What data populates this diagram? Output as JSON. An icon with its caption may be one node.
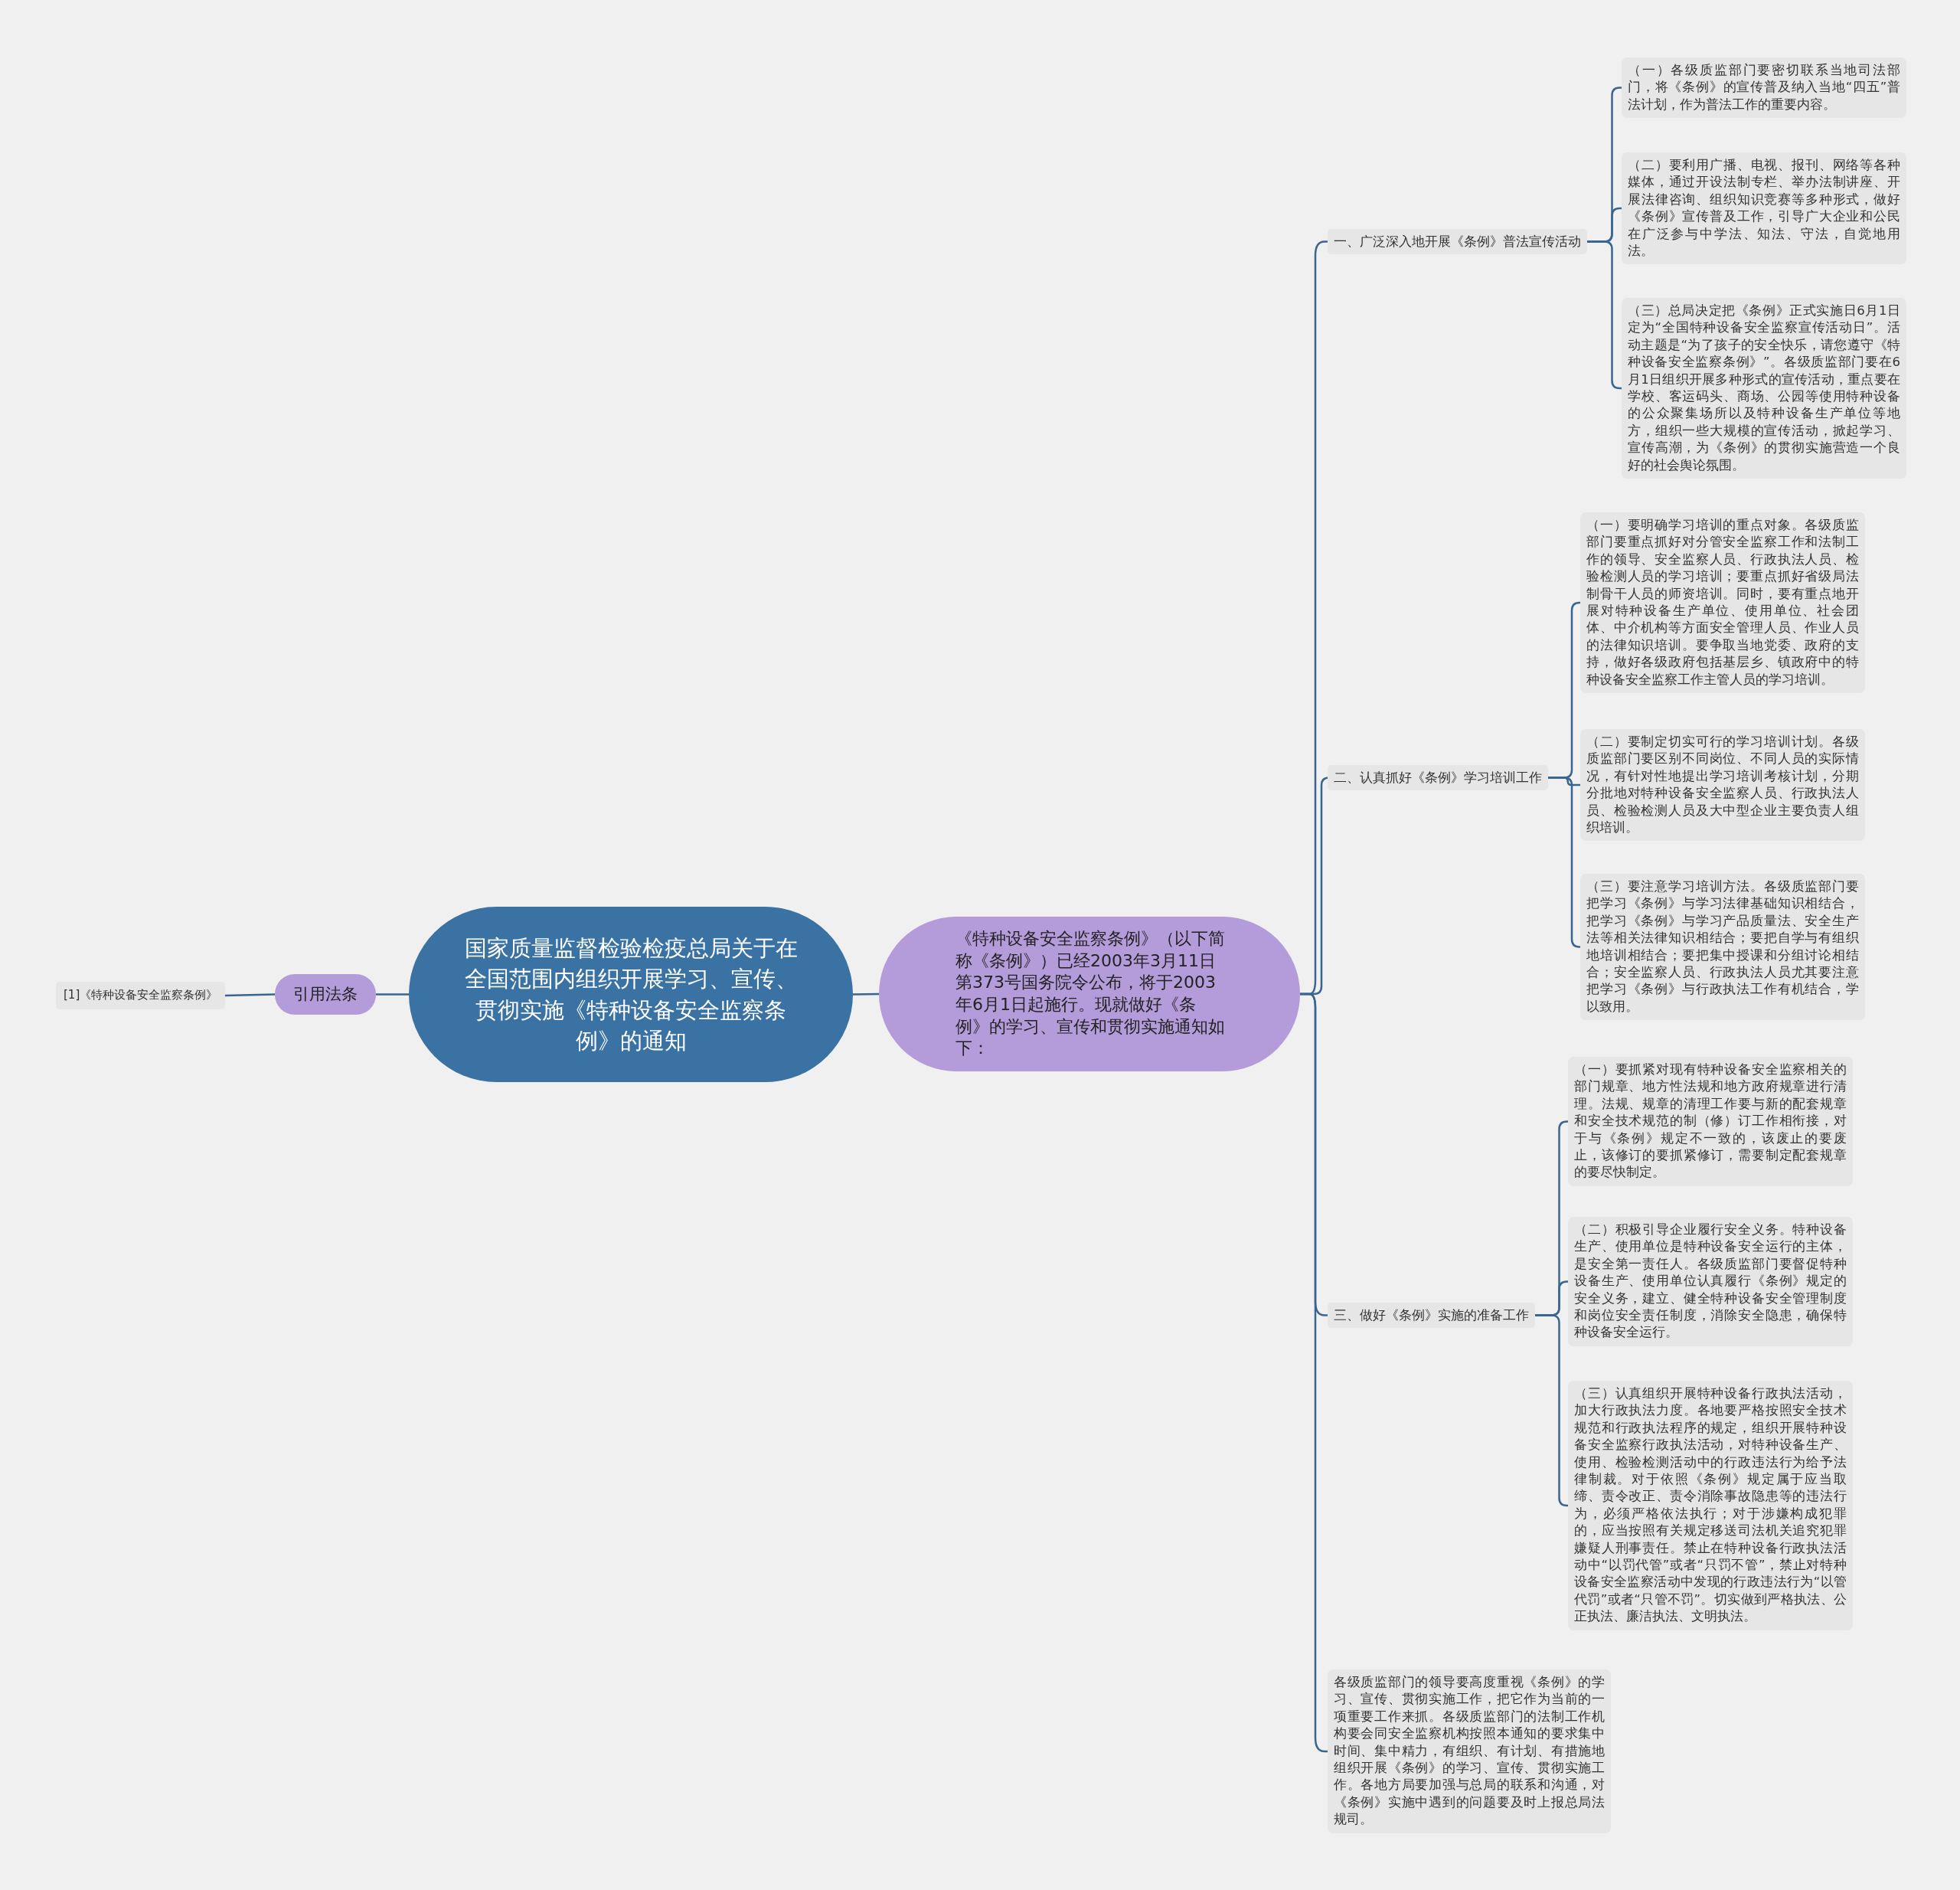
{
  "diagram": {
    "nodes": [
      {
        "text": [
          "国家质量监督检验检疫总局关于在全国范围内组织开展学习、宣传、贯彻实施《特种设备安全监察条例》的通知"
        ]
      },
      {
        "text": [
          "《特种设备安全监察条例》（以下简称《条例》）已经2003年3月11日第373号国务院令公布，将于2003年6月1日起施行。现就做好《条例》的学习、宣传和贯彻实施通知如下："
        ]
      },
      {
        "text": [
          "一、广泛深入地开展《条例》普法宣传活动"
        ]
      },
      {
        "text": [
          "（一）各级质监部门要密切联系当地司法部门，将《条例》的宣传普及纳入当地“四五”普法计划，作为普法工作的重要内容。"
        ]
      },
      {
        "text": [
          "（二）要利用广播、电视、报刊、网络等各种媒体，通过开设法制专栏、举办法制讲座、开展法律咨询、组织知识竞赛等多种形式，做好《条例》宣传普及工作，引导广大企业和公民在广泛参与中学法、知法、守法，自觉地用法。"
        ]
      },
      {
        "text": [
          "（三）总局决定把《条例》正式实施日6月1日定为“全国特种设备安全监察宣传活动日”。活动主题是“为了孩子的安全快乐，请您遵守《特种设备安全监察条例》”。各级质监部门要在6月1日组织开展多种形式的宣传活动，重点要在学校、客运码头、商场、公园等使用特种设备的公众聚集场所以及特种设备生产单位等地方，组织一些大规模的宣传活动，掀起学习、宣传高潮，为《条例》的贯彻实施营造一个良好的社会舆论氛围。"
        ]
      },
      {
        "text": [
          "二、认真抓好《条例》学习培训工作"
        ]
      },
      {
        "text": [
          "（一）要明确学习培训的重点对象。各级质监部门要重点抓好对分管安全监察工作和法制工作的领导、安全监察人员、行政执法人员、检验检测人员的学习培训；要重点抓好省级局法制骨干人员的师资培训。同时，要有重点地开展对特种设备生产单位、使用单位、社会团体、中介机构等方面安全管理人员、作业人员的法律知识培训。要争取当地党委、政府的支持，做好各级政府包括基层乡、镇政府中的特种设备安全监察工作主管人员的学习培训。"
        ]
      },
      {
        "text": [
          "（二）要制定切实可行的学习培训计划。各级质监部门要区别不同岗位、不同人员的实际情况，有针对性地提出学习培训考核计划，分期分批地对特种设备安全监察人员、行政执法人员、检验检测人员及大中型企业主要负责人组织培训。"
        ]
      },
      {
        "text": [
          "（三）要注意学习培训方法。各级质监部门要把学习《条例》与学习法律基础知识相结合，把学习《条例》与学习产品质量法、安全生产法等相关法律知识相结合；要把自学与有组织地培训相结合；要把集中授课和分组讨论相结合；安全监察人员、行政执法人员尤其要注意把学习《条例》与行政执法工作有机结合，学以致用。"
        ]
      },
      {
        "text": [
          "三、做好《条例》实施的准备工作"
        ]
      },
      {
        "text": [
          "（一）要抓紧对现有特种设备安全监察相关的部门规章、地方性法规和地方政府规章进行清理。法规、规章的清理工作要与新的配套规章和安全技术规范的制（修）订工作相衔接，对于与《条例》规定不一致的，该废止的要废止，该修订的要抓紧修订，需要制定配套规章的要尽快制定。"
        ]
      },
      {
        "text": [
          "（二）积极引导企业履行安全义务。特种设备生产、使用单位是特种设备安全运行的主体，是安全第一责任人。各级质监部门要督促特种设备生产、使用单位认真履行《条例》规定的安全义务，建立、健全特种设备安全管理制度和岗位安全责任制度，消除安全隐患，确保特种设备安全运行。"
        ]
      },
      {
        "text": [
          "（三）认真组织开展特种设备行政执法活动，加大行政执法力度。各地要严格按照安全技术规范和行政执法程序的规定，组织开展特种设备安全监察行政执法活动，对特种设备生产、使用、检验检测活动中的行政违法行为给予法律制裁。对于依照《条例》规定属于应当取缔、责令改正、责令消除事故隐患等的违法行为，必须严格依法执行；对于涉嫌构成犯罪的，应当按照有关规定移送司法机关追究犯罪嫌疑人刑事责任。禁止在特种设备行政执法活动中“以罚代管”或者“只罚不管”，禁止对特种设备安全监察活动中发现的行政违法行为“以管代罚”或者“只管不罚”。切实做到严格执法、公正执法、廉洁执法、文明执法。"
        ]
      },
      {
        "text": [
          "各级质监部门的领导要高度重视《条例》的学习、宣传、贯彻实施工作，把它作为当前的一项重要工作来抓。各级质监部门的法制工作机构要会同安全监察机构按照本通知的要求集中时间、集中精力，有组织、有计划、有措施地组织开展《条例》的学习、宣传、贯彻实施工作。各地方局要加强与总局的联系和沟通，对《条例》实施中遇到的问题要及时上报总局法规司。"
        ]
      },
      {
        "text": [
          "引用法条"
        ]
      },
      {
        "text": [
          "[1]《特种设备安全监察条例》"
        ]
      }
    ],
    "edges": [
      {
        "from": 0,
        "to": 1,
        "arrow": "none"
      },
      {
        "from": 1,
        "to": 2,
        "arrow": "none"
      },
      {
        "from": 2,
        "to": 3,
        "arrow": "none"
      },
      {
        "from": 2,
        "to": 4,
        "arrow": "none"
      },
      {
        "from": 2,
        "to": 5,
        "arrow": "none"
      },
      {
        "from": 1,
        "to": 6,
        "arrow": "none"
      },
      {
        "from": 6,
        "to": 7,
        "arrow": "none"
      },
      {
        "from": 6,
        "to": 8,
        "arrow": "none"
      },
      {
        "from": 6,
        "to": 9,
        "arrow": "none"
      },
      {
        "from": 1,
        "to": 10,
        "arrow": "none"
      },
      {
        "from": 10,
        "to": 11,
        "arrow": "none"
      },
      {
        "from": 10,
        "to": 12,
        "arrow": "none"
      },
      {
        "from": 10,
        "to": 13,
        "arrow": "none"
      },
      {
        "from": 1,
        "to": 14,
        "arrow": "none"
      },
      {
        "from": 0,
        "to": 15,
        "arrow": "none"
      },
      {
        "from": 15,
        "to": 16,
        "arrow": "none"
      }
    ]
  }
}
